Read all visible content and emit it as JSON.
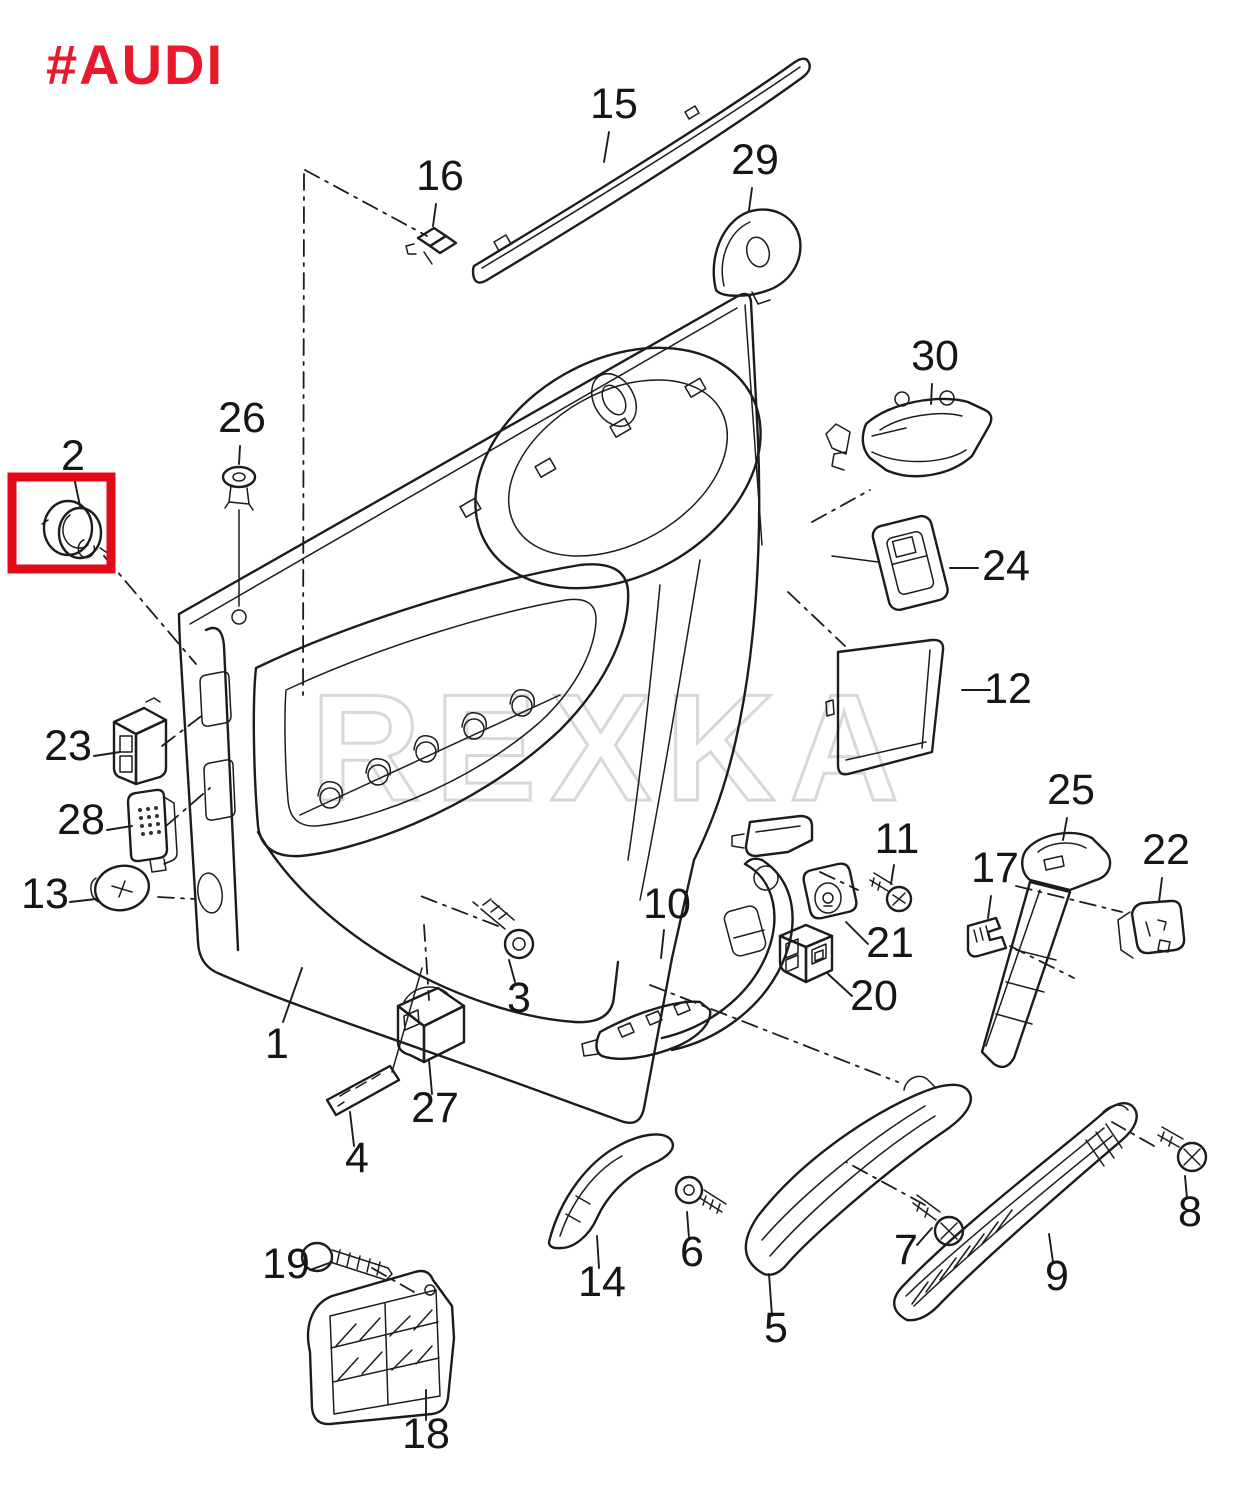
{
  "brand": {
    "text": "#AUDI"
  },
  "watermark": {
    "text": "REXKA"
  },
  "highlight": {
    "part_number": "2"
  },
  "colors": {
    "accent_red": "#e8192b",
    "highlight_red": "#e20a16",
    "ink_black": "#1c1c1c",
    "watermark_gray": "#d8d8d8"
  },
  "diagram_type": "exploded-parts-view-door-trim-panel",
  "parts": [
    {
      "num": "1"
    },
    {
      "num": "2"
    },
    {
      "num": "3"
    },
    {
      "num": "4"
    },
    {
      "num": "5"
    },
    {
      "num": "6"
    },
    {
      "num": "7"
    },
    {
      "num": "8"
    },
    {
      "num": "9"
    },
    {
      "num": "10"
    },
    {
      "num": "11"
    },
    {
      "num": "12"
    },
    {
      "num": "13"
    },
    {
      "num": "14"
    },
    {
      "num": "15"
    },
    {
      "num": "16"
    },
    {
      "num": "17"
    },
    {
      "num": "18"
    },
    {
      "num": "19"
    },
    {
      "num": "20"
    },
    {
      "num": "21"
    },
    {
      "num": "22"
    },
    {
      "num": "23"
    },
    {
      "num": "24"
    },
    {
      "num": "25"
    },
    {
      "num": "26"
    },
    {
      "num": "27"
    },
    {
      "num": "28"
    },
    {
      "num": "29"
    },
    {
      "num": "30"
    }
  ]
}
